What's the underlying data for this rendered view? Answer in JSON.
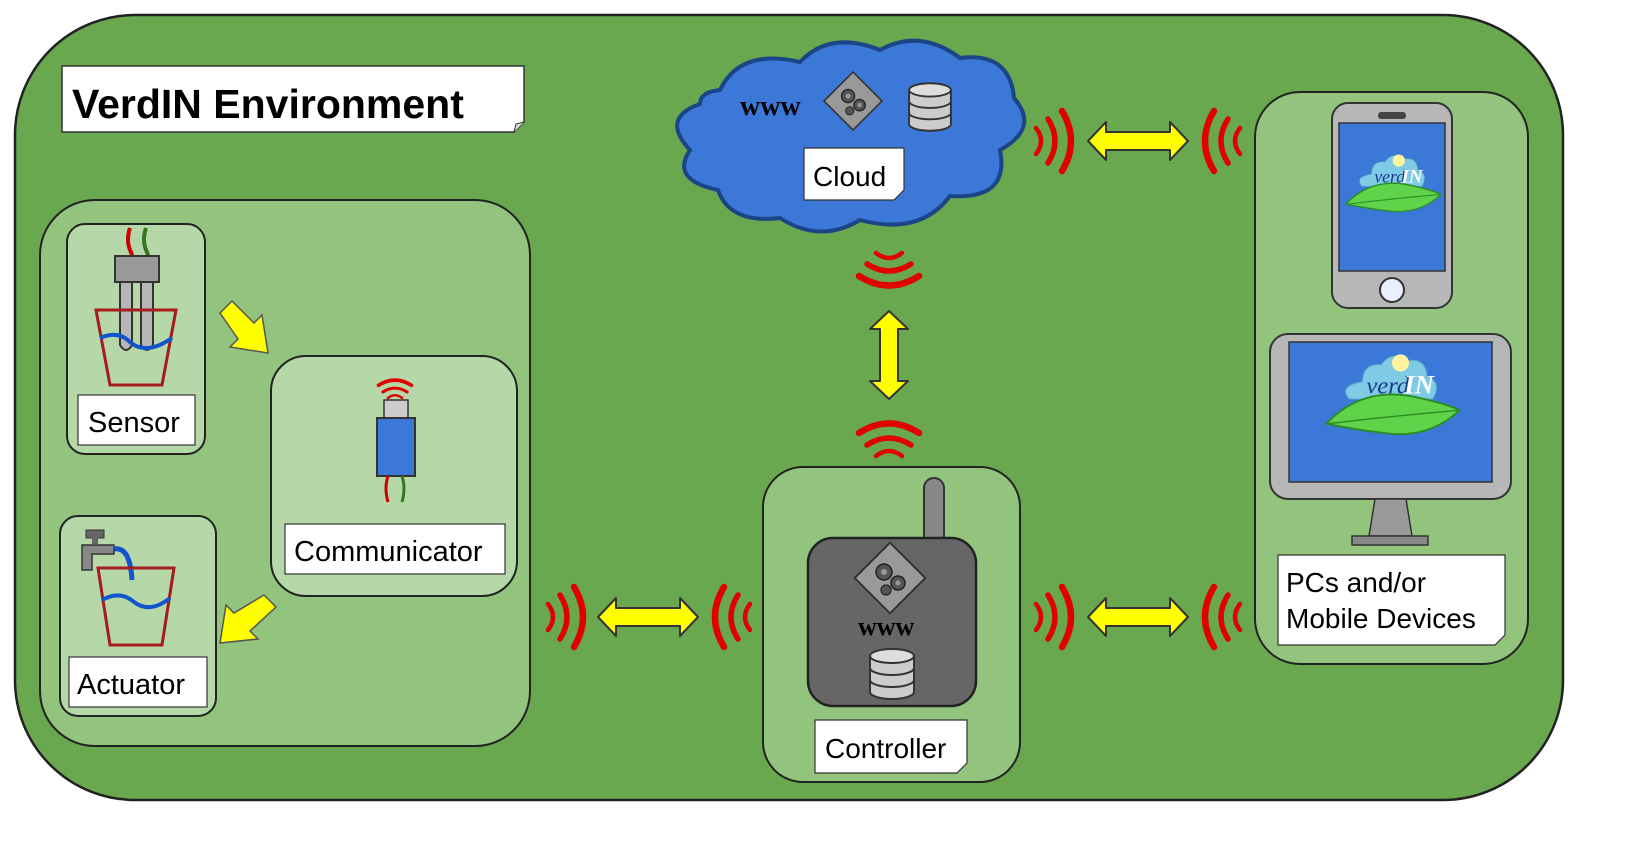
{
  "title": "VerdIN Environment",
  "nodes": {
    "sensor": "Sensor",
    "actuator": "Actuator",
    "communicator": "Communicator",
    "cloud": "Cloud",
    "controller": "Controller",
    "devices_line1": "PCs and/or",
    "devices_line2": "Mobile Devices"
  },
  "icons": {
    "www_cloud": "www",
    "www_controller": "www"
  },
  "logo": {
    "part1": "verd",
    "part2": "IN"
  },
  "colors": {
    "environment_bg": "#6aa84f",
    "panel_bg": "#93c47d",
    "inner_panel_bg": "#b6d7a8",
    "cloud_blue": "#3c78d8",
    "signal_red": "#e00000",
    "arrow_yellow": "#ffff00",
    "device_grey": "#b7b7b7",
    "screen_blue": "#3c78d8",
    "controller_dark": "#666666"
  }
}
